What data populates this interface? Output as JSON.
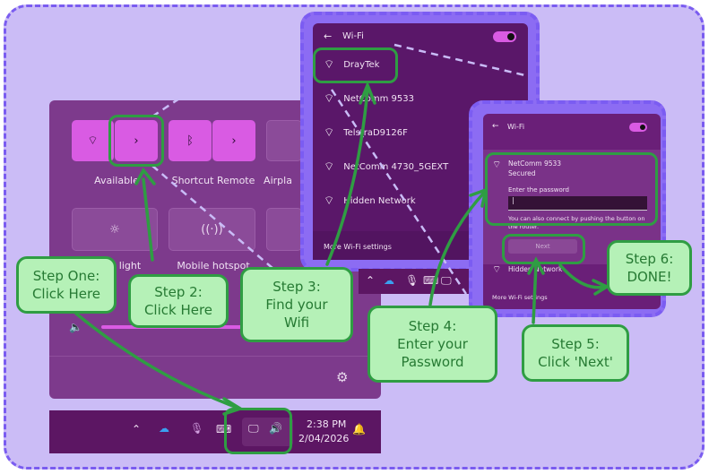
{
  "quick_settings": {
    "tiles": [
      {
        "label": "Available",
        "icon": "wifi-icon"
      },
      {
        "label": "Shortcut Remote",
        "icon": "bluetooth-icon"
      },
      {
        "label": "Airpla"
      }
    ],
    "tiles2": [
      {
        "label": "light",
        "icon": "brightness-icon"
      },
      {
        "label": "Mobile hotspot",
        "icon": "hotspot-icon"
      }
    ],
    "chevron": "›"
  },
  "taskbar": {
    "time": "2:38 PM",
    "date": "2/04/2026"
  },
  "wifi_list": {
    "title": "Wi-Fi",
    "back": "←",
    "networks": [
      "DrayTek",
      "NetComm 9533",
      "TelstraD9126F",
      "NetComm 4730_5GEXT",
      "Hidden Network"
    ],
    "more": "More Wi-Fi settings"
  },
  "wifi_connect": {
    "title": "Wi-Fi",
    "network": "NetComm 9533",
    "status": "Secured",
    "password_label": "Enter the password",
    "password_value": "",
    "hint": "You can also connect by pushing the button on the router.",
    "next": "Next",
    "hidden": "Hidden Network",
    "more": "More Wi-Fi settings"
  },
  "callouts": {
    "step1": [
      "Step One:",
      "Click Here"
    ],
    "step2": [
      "Step 2:",
      "Click Here"
    ],
    "step3": [
      "Step 3:",
      "Find your",
      "Wifi"
    ],
    "step4": [
      "Step 4:",
      "Enter your",
      "Password"
    ],
    "step5": [
      "Step 5:",
      "Click 'Next'"
    ],
    "step6": [
      "Step 6:",
      "DONE!"
    ]
  },
  "colors": {
    "accent": "#d95be3",
    "callout_bg": "#b5f1b7",
    "callout_border": "#2f9d43",
    "frame": "#7b5cf2"
  }
}
